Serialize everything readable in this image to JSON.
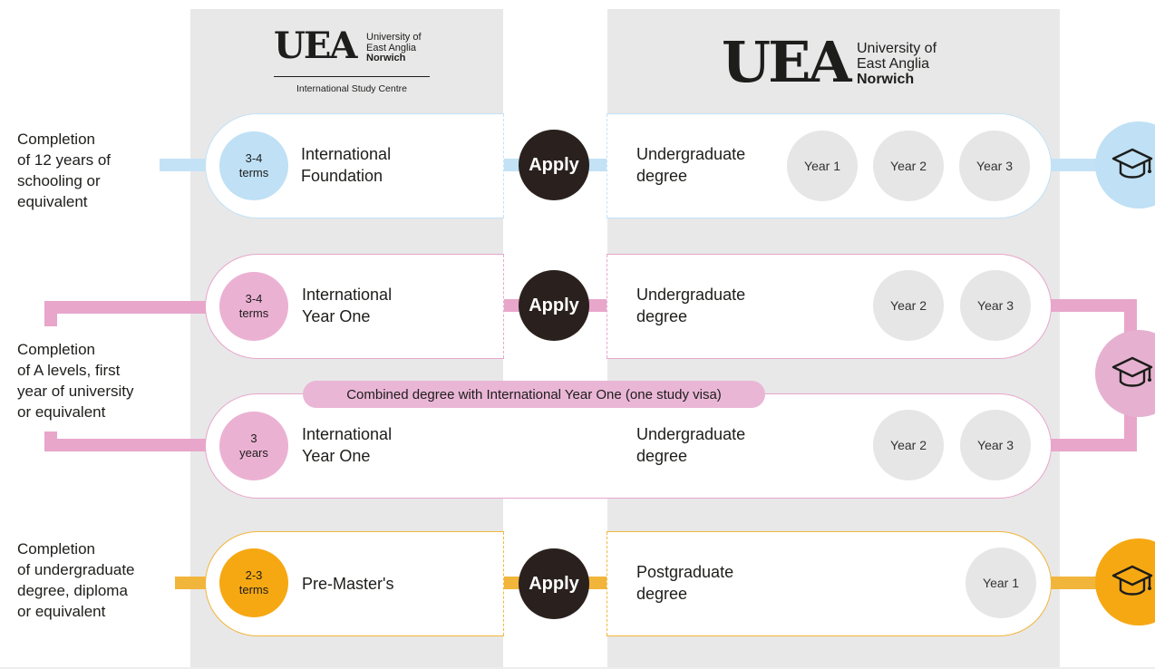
{
  "colors": {
    "blue": "#d4ebfa",
    "blue_line": "#c3e2f6",
    "blue_badge": "#bfe0f5",
    "pink": "#e9b4d4",
    "pink_line": "#e8a6cb",
    "pink_badge": "#ebb1d3",
    "orange": "#f6a813",
    "orange_line": "#f2b53b",
    "apply": "#2a211e",
    "year": "#e6e6e6",
    "column": "#e8e8e8"
  },
  "logo_small": {
    "mark": "UEA",
    "line1": "University of",
    "line2": "East Anglia",
    "line3": "Norwich",
    "subtitle": "International Study Centre"
  },
  "logo_large": {
    "mark": "UEA",
    "line1": "University of",
    "line2": "East Anglia",
    "line3": "Norwich"
  },
  "entry_labels": [
    "Completion\nof 12 years of\nschooling or\nequivalent",
    "Completion\nof A levels, first\nyear of university\nor equivalent",
    "Completion\nof undergraduate\ndegree, diploma\nor equivalent"
  ],
  "apply_label": "Apply",
  "graduation_icon": "graduation-cap-icon",
  "routes": [
    {
      "badge_top": "3-4",
      "badge_bottom": "terms",
      "program": "International\nFoundation",
      "degree": "Undergraduate\ndegree",
      "years": [
        "Year 1",
        "Year 2",
        "Year 3"
      ]
    },
    {
      "badge_top": "3-4",
      "badge_bottom": "terms",
      "program": "International\nYear One",
      "degree": "Undergraduate\ndegree",
      "years": [
        "Year 2",
        "Year 3"
      ]
    },
    {
      "combined_label": "Combined degree with International Year One (one study visa)",
      "badge_top": "3",
      "badge_bottom": "years",
      "program": "International\nYear One",
      "degree": "Undergraduate\ndegree",
      "years": [
        "Year 2",
        "Year 3"
      ]
    },
    {
      "badge_top": "2-3",
      "badge_bottom": "terms",
      "program": "Pre-Master's",
      "degree": "Postgraduate\ndegree",
      "years": [
        "Year 1"
      ]
    }
  ]
}
